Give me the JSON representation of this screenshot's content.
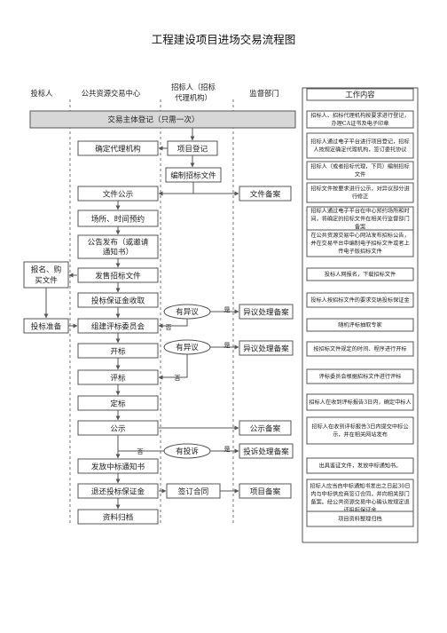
{
  "title": "工程建设项目进场交易流程图",
  "columns": {
    "bidder": "投标人",
    "center": "公共资源交易中心",
    "tenderer_1": "招标人（招标",
    "tenderer_2": "代理机构）",
    "supervision": "监督部门",
    "work_content": "工作内容"
  },
  "nodes": {
    "registration": "交易主体登记（只需一次）",
    "confirm_agency": "确定代理机构",
    "project_registration": "项目登记",
    "prepare_docs": "编制招标文件",
    "doc_publicity": "文件公示",
    "doc_filing": "文件备案",
    "venue_booking": "场所、时间预约",
    "announcement_1": "公告发布（或邀请",
    "announcement_2": "通知书）",
    "signup_1": "报名、购",
    "signup_2": "买文件",
    "issue_docs": "发售招标文件",
    "deposit": "投标保证金收取",
    "has_objection_1": "有异议",
    "objection_filing_1": "异议处理备案",
    "bid_prep": "投标准备",
    "form_committee": "组建评标委员会",
    "no_1": "否",
    "yes_1": "是",
    "opening": "开标",
    "has_objection_2": "有异议",
    "objection_filing_2": "异议处理备案",
    "yes_2": "是",
    "evaluation": "评标",
    "no_2": "否",
    "award": "定标",
    "public_notice": "公示",
    "notice_filing": "公示备案",
    "complaint": "有投诉",
    "complaint_filing": "投诉处理备案",
    "no_3": "否",
    "yes_3": "是",
    "issue_notice": "发放中标通知书",
    "refund_deposit": "退还投标保证金",
    "sign_contract": "签订合同",
    "project_filing": "项目备案",
    "archive": "资料归档"
  },
  "work": [
    [
      "招标人、招标代理机构按要求进行登记，",
      "办理CA证书及电子印章"
    ],
    [
      "招标人通过电子平台进行项目登记，招标",
      "人按规定确定代理机构，签订委托协议"
    ],
    [
      "招标人（或者招标代理，下同）编制招标",
      "文件"
    ],
    [
      "招标文件按要求进行公示，对异议部分进",
      "行修正"
    ],
    [
      "招标人通过电子平台在中心预约场所和时",
      "间，将确定的招标文件在相关行监督部门",
      "备案"
    ],
    [
      "在公共资源交易中心网站发布招标公告，",
      "并在交易平台中编制电子招标文件或者上",
      "传电子版招标文件"
    ],
    [
      "投标人网报名，下载招标文件"
    ],
    [
      "投标人按招标文件的要求交纳投标保证金"
    ],
    [
      "随机评标抽取专家"
    ],
    [
      "按招标文件规定的时间、程序进行开标"
    ],
    [
      "评标委员会根据招标文件进行评标"
    ],
    [
      "招标人在收到评标报告3日内，确定中标人"
    ],
    [
      "招标人在收到评标报告3日内提交中标公",
      "示，并在相关网站发布"
    ],
    [
      "出具鉴证文件，发放中标通知书。"
    ],
    [
      "招标人应当自中标通知书发出之日起30日",
      "内与中标供应商签订合同，并向相关部门",
      "备案。经公共资源交易中心确认按规定退",
      "还投标保证金"
    ],
    [
      "项目资料整理归档"
    ]
  ]
}
